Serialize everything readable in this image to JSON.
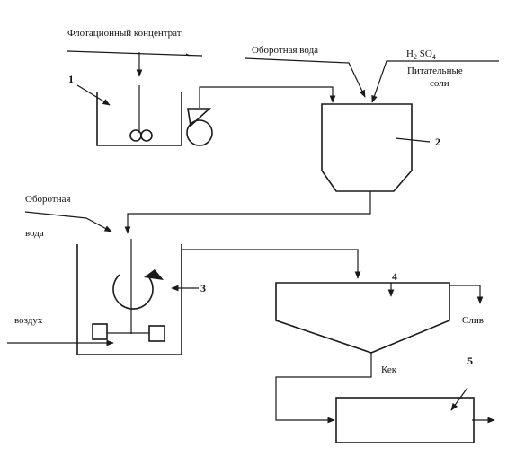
{
  "labels": {
    "flotation_concentrate": "Флотационный концентрат",
    "recycle_water_top": "Оборотная вода",
    "h2so4_base": "H",
    "h2so4_sub2": "2",
    "h2so4_mid": " SO",
    "h2so4_sub4": "4",
    "nutrient_salts_1": "Питательные",
    "nutrient_salts_2": "соли",
    "recycle_water_left_1": "Оборотная",
    "recycle_water_left_2": "вода",
    "air": "воздух",
    "overflow": "Слив",
    "cake": "Кек"
  },
  "numbers": {
    "n1": "1",
    "n2": "2",
    "n3": "3",
    "n4": "4",
    "n5": "5"
  },
  "colors": {
    "line": "#1a1a1a",
    "background": "#ffffff"
  }
}
